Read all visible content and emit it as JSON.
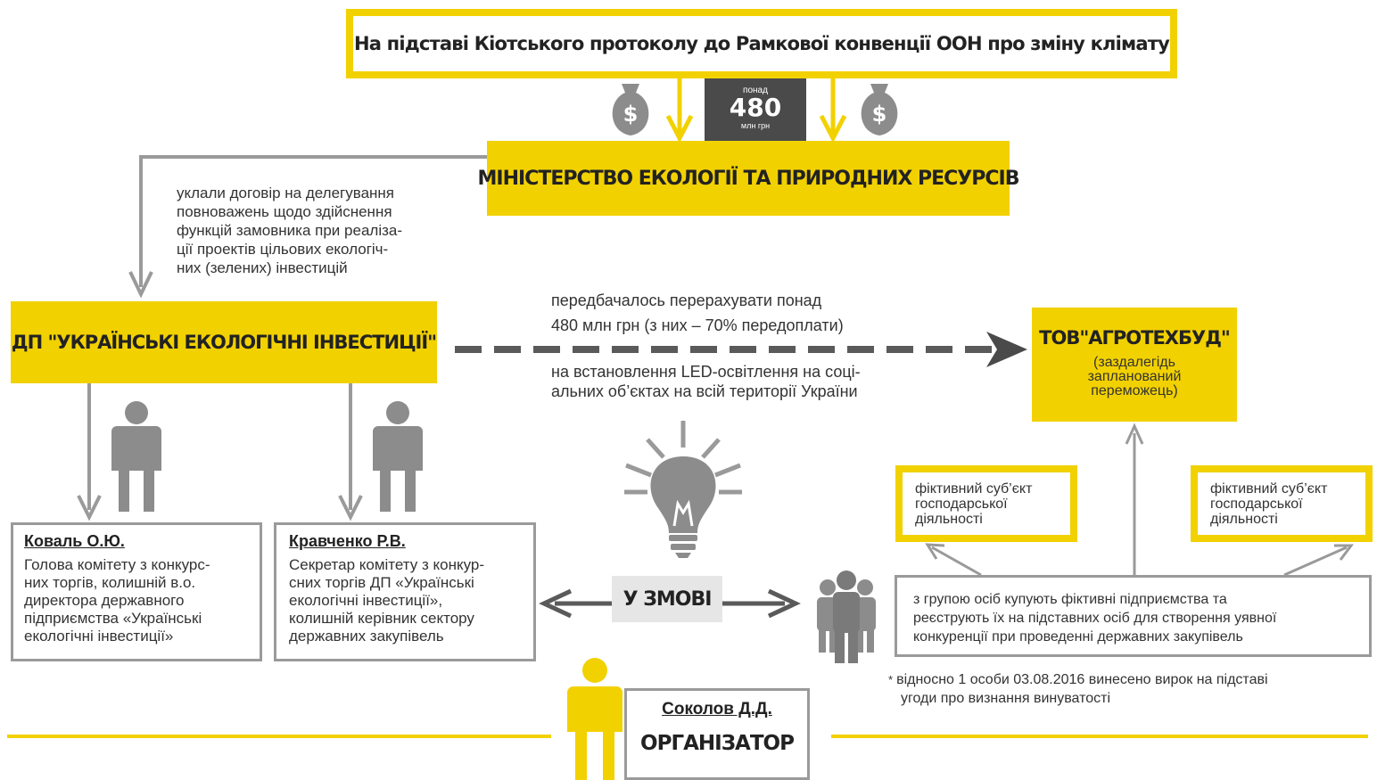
{
  "top_banner": {
    "text": "На підставі Кіотського протоколу до Рамкової конвенції ООН про зміну клімату"
  },
  "money_badge": {
    "line1": "понад",
    "amount": "480",
    "unit": "млн грн"
  },
  "ministry": {
    "label": "МІНІСТЕРСТВО ЕКОЛОГІЇ ТА ПРИРОДНИХ РЕСУРСІВ"
  },
  "delegation_note": {
    "lines": [
      "уклали договір на делегування",
      "повноважень щодо здійснення",
      "функцій замовника при реаліза-",
      "ції проектів цільових екологіч-",
      "них (зелених) інвестицій"
    ]
  },
  "dp": {
    "label": "ДП \"УКРАЇНСЬКІ ЕКОЛОГІЧНІ ІНВЕСТИЦІЇ\""
  },
  "transfer_note_top": {
    "line1": "передбачалось перерахувати понад",
    "line2": "480 млн грн (з них – 70% передоплати)"
  },
  "transfer_note_bottom": {
    "line1": "на встановлення LED-освітлення на соці-",
    "line2": "альних об’єктах на всій території України"
  },
  "tov": {
    "label": "ТОВ\"АГРОТЕХБУД\"",
    "sub_lines": [
      "(заздалегідь",
      "запланований",
      "переможець)"
    ]
  },
  "koval": {
    "name": "Коваль О.Ю.",
    "lines": [
      "Голова комітету з конкурс-",
      "них торгів, колишній в.о.",
      "директора державного",
      "підприємства «Українські",
      "екологічні інвестиції»"
    ]
  },
  "kravchenko": {
    "name": "Кравченко Р.В.",
    "lines": [
      "Секретар комітету з конкур-",
      "сних торгів ДП «Українські",
      "екологічні інвестиції»,",
      "колишній керівник сектору",
      "державних закупівель"
    ]
  },
  "collusion": {
    "label": "У ЗМОВІ"
  },
  "fictitious_left": {
    "lines": [
      "фіктивний суб’єкт",
      "господарської",
      "діяльності"
    ]
  },
  "fictitious_right": {
    "lines": [
      "фіктивний суб’єкт",
      "господарської",
      "діяльності"
    ]
  },
  "group_note": {
    "lines": [
      "з групою осіб купують фіктивні підприємства та",
      "реєструють їх на підставних осіб для створення уявної",
      "конкуренції при проведенні державних закупівель"
    ]
  },
  "verdict_note": {
    "marker": "*",
    "line1": "відносно 1 особи 03.08.2016 винесено вирок на підставі",
    "line2": "угоди про визнання винуватості"
  },
  "sokolov": {
    "name": "Соколов Д.Д.",
    "role": "ОРГАНІЗАТОР"
  },
  "colors": {
    "yellow": "#f2d100",
    "gray": "#9a9a9a",
    "dark": "#4a4a4a",
    "icon_gray": "#8c8c8c"
  }
}
